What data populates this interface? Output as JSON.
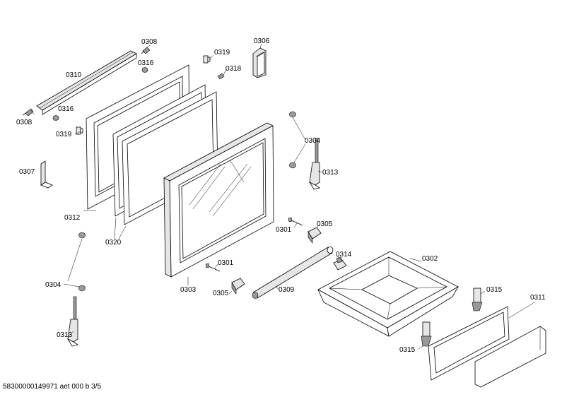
{
  "labels": {
    "l0308a": "0308",
    "l0316a": "0316",
    "l0310": "0310",
    "l0316b": "0316",
    "l0308b": "0308",
    "l0319a": "0319",
    "l0319b": "0319",
    "l0318": "0318",
    "l0306": "0306",
    "l0304a": "0304",
    "l0313a": "0313",
    "l0307": "0307",
    "l0312": "0312",
    "l0320": "0320",
    "l0301a": "0301",
    "l0305a": "0305",
    "l0301b": "0301",
    "l0305b": "0305",
    "l0314": "0314",
    "l0302": "0302",
    "l0303": "0303",
    "l0309": "0309",
    "l0304b": "0304",
    "l0313b": "0313",
    "l0315a": "0315",
    "l0315b": "0315",
    "l0311": "0311"
  },
  "footer": "58300000149971 aet 000 b 3/5"
}
